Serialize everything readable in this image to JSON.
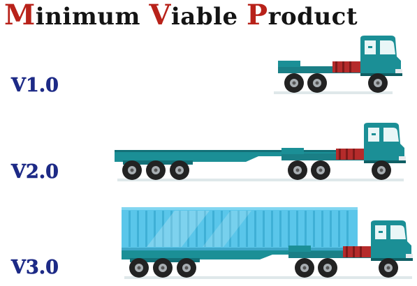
{
  "title": {
    "segments": [
      {
        "cap": "M",
        "rest": "inimum "
      },
      {
        "cap": "V",
        "rest": "iable "
      },
      {
        "cap": "P",
        "rest": "roduct"
      }
    ]
  },
  "versions": [
    {
      "label": "V1.0",
      "vehicle": "truck-cab-icon"
    },
    {
      "label": "V2.0",
      "vehicle": "flatbed-trailer-truck-icon"
    },
    {
      "label": "V3.0",
      "vehicle": "container-truck-icon"
    }
  ],
  "colors": {
    "title_text": "#141414",
    "title_capitals": "#b8221a",
    "version_text": "#1d2a86",
    "cab": "#1b8f96",
    "chassis_red": "#b52b2b",
    "container": "#5ac6ea",
    "ground": "#dfe8ea"
  }
}
